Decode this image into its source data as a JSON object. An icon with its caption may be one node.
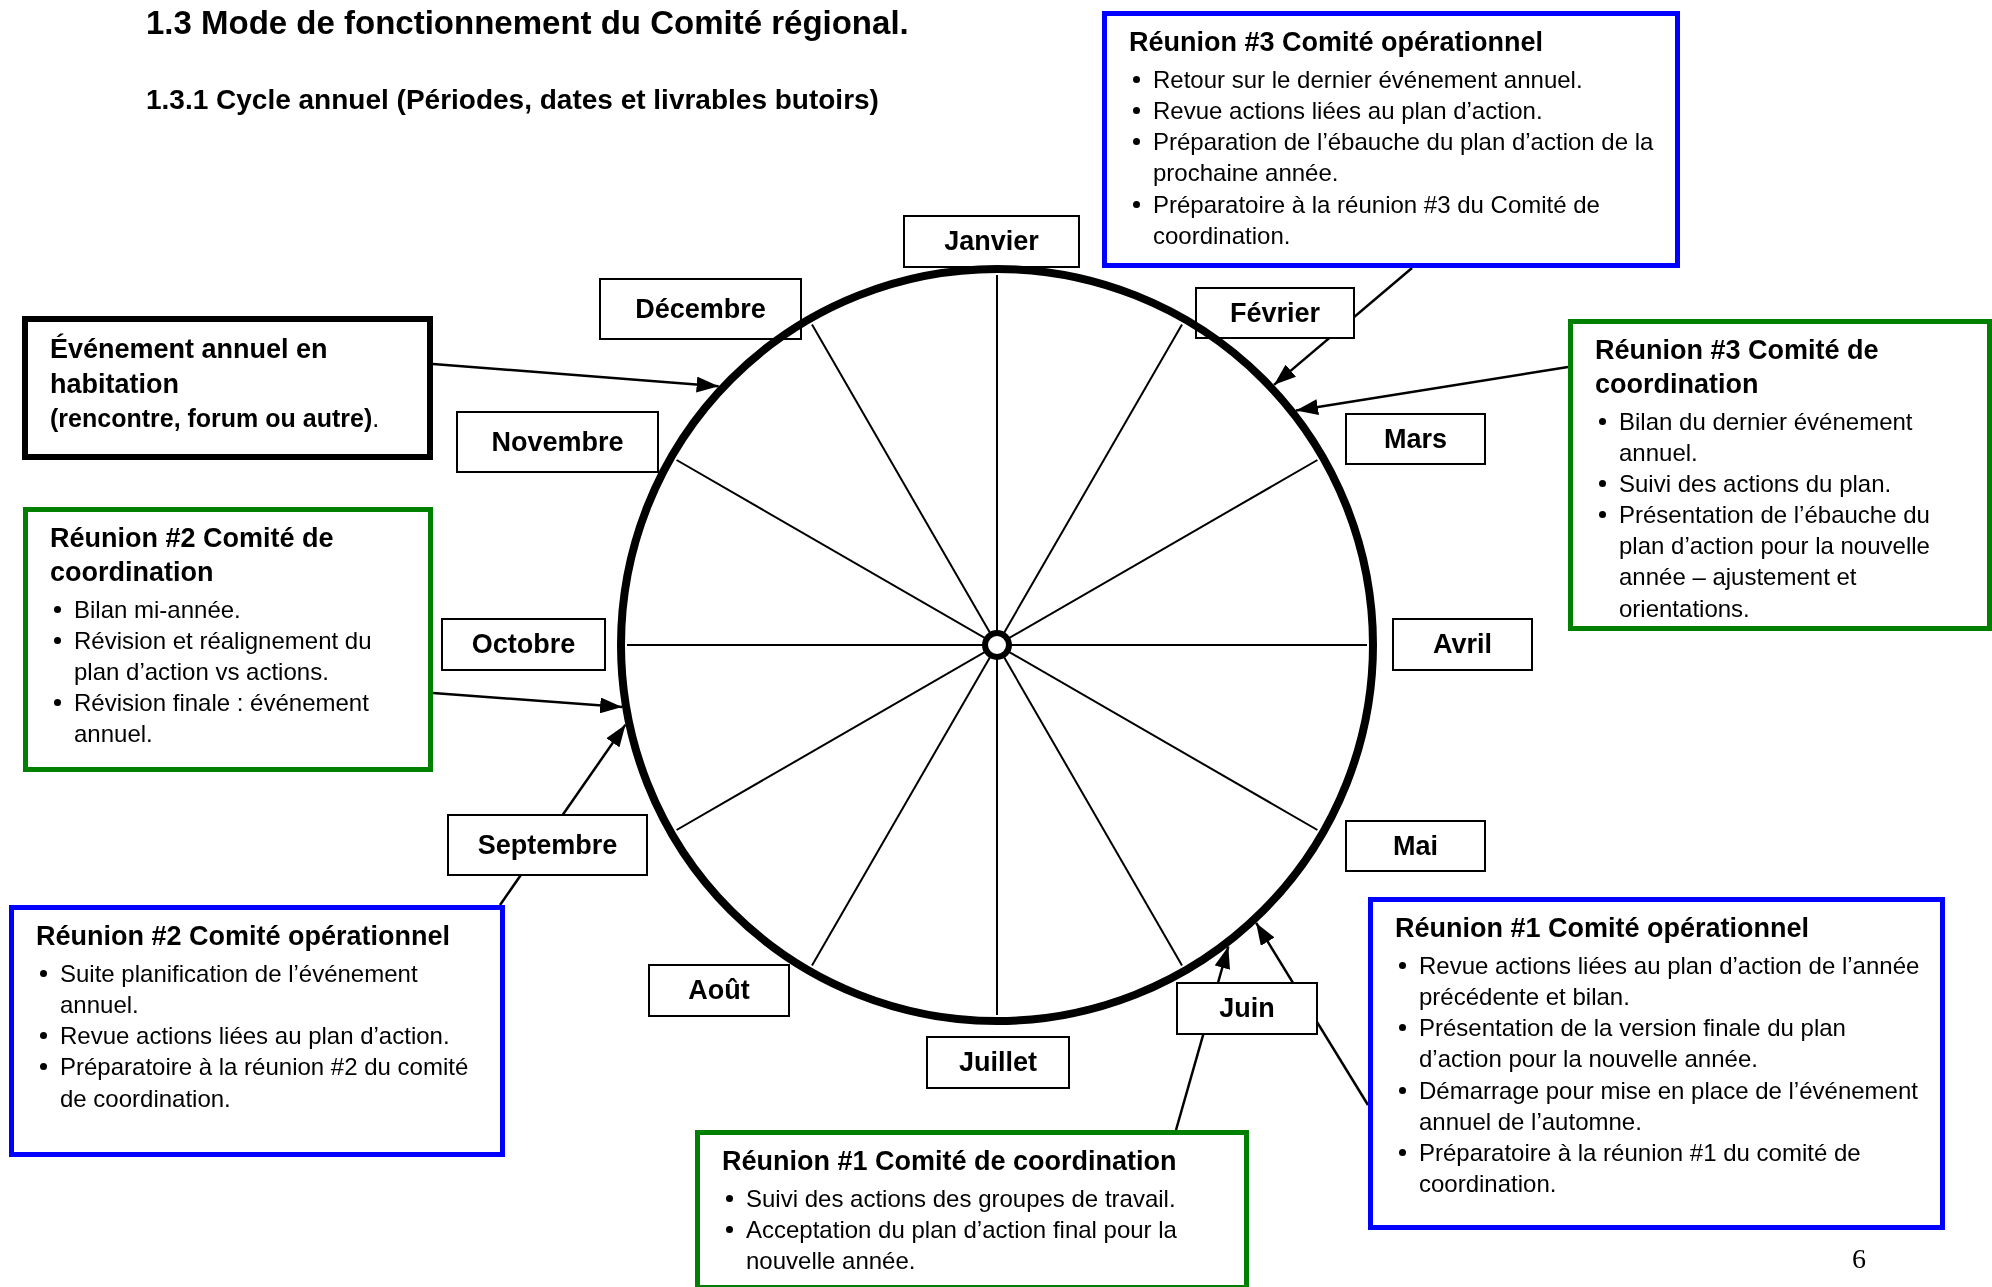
{
  "diagram": {
    "title": "1.3 Mode de fonctionnement du Comité régional.",
    "nodes": [
      {
        "text": [
          "Réunion #3 Comité opérationnel",
          "Retour sur le dernier événement annuel.",
          "Revue actions liées au plan d’action.",
          "Préparation de l’ébauche du plan d’action de la prochaine année.",
          "Préparatoire à la réunion #3 du Comité de coordination."
        ]
      },
      {
        "text": [
          "Janvier"
        ]
      },
      {
        "text": [
          "Décembre"
        ]
      },
      {
        "text": [
          "Février"
        ]
      },
      {
        "text": [
          "Événement annuel en habitation",
          "**(rencontre, forum ou autre)**."
        ]
      },
      {
        "text": [
          "Réunion #3 Comité de coordination",
          "Bilan du dernier événement annuel.",
          "Suivi des actions du plan.",
          "Présentation de l’ébauche du plan d’action pour la nouvelle année – ajustement et orientations."
        ]
      },
      {
        "text": [
          "Novembre"
        ]
      },
      {
        "text": [
          "Mars"
        ]
      },
      {
        "text": [
          "Réunion #2 Comité de coordination",
          "Bilan mi-année.",
          "Révision et réalignement du plan d’action vs actions.",
          "Révision finale : événement annuel."
        ]
      },
      {
        "text": [
          "Octobre"
        ]
      },
      {
        "text": [
          "Avril"
        ]
      },
      {
        "text": [
          "Septembre"
        ]
      },
      {
        "text": [
          "Mai"
        ]
      },
      {
        "text": [
          "Réunion #2 Comité opérationnel",
          "Suite planification de l’événement annuel.",
          "Revue actions liées au plan d’action.",
          "Préparatoire à la réunion #2 du comité de coordination."
        ]
      },
      {
        "text": [
          "Août"
        ]
      },
      {
        "text": [
          "Juin"
        ]
      },
      {
        "text": [
          "Réunion #1 Comité opérationnel",
          "Revue actions liées au plan d’action de l’année précédente et bilan.",
          "Présentation de la version finale du plan d’action pour la nouvelle année.",
          "Démarrage pour mise en place de l’événement annuel de l’automne.",
          "Préparatoire à la réunion #1 du comité de coordination."
        ]
      },
      {
        "text": [
          "Juillet"
        ]
      },
      {
        "text": [
          "Réunion #1 Comité de coordination",
          "Suivi des actions des groupes de travail.",
          "Acceptation du plan d’action final pour la nouvelle année."
        ]
      },
      {
        "text": [],
        "shape": "circle"
      }
    ],
    "edges": [
      {
        "from": 0,
        "to": 19,
        "arrow": "to"
      },
      {
        "from": 4,
        "to": 19,
        "arrow": "to"
      },
      {
        "from": 5,
        "to": 19,
        "arrow": "to"
      },
      {
        "from": 8,
        "to": 19,
        "arrow": "to"
      },
      {
        "from": 13,
        "to": 19,
        "arrow": "to"
      },
      {
        "from": 18,
        "to": 19,
        "arrow": "to"
      },
      {
        "from": 16,
        "to": 19,
        "arrow": "to"
      }
    ],
    "labels": [
      "1.3.1 Cycle annuel (Périodes, dates et livrables butoirs)",
      "6"
    ]
  }
}
